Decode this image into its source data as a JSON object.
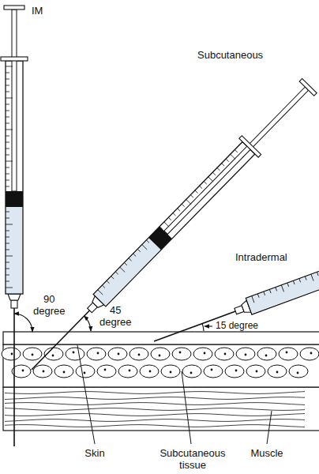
{
  "diagram": {
    "labels": [
      "IM",
      "Subcutaneous",
      "Intradermal",
      "90 degree",
      "45 degree",
      "15 degree",
      "Skin",
      "Subcutaneous tissue",
      "Muscle"
    ]
  }
}
